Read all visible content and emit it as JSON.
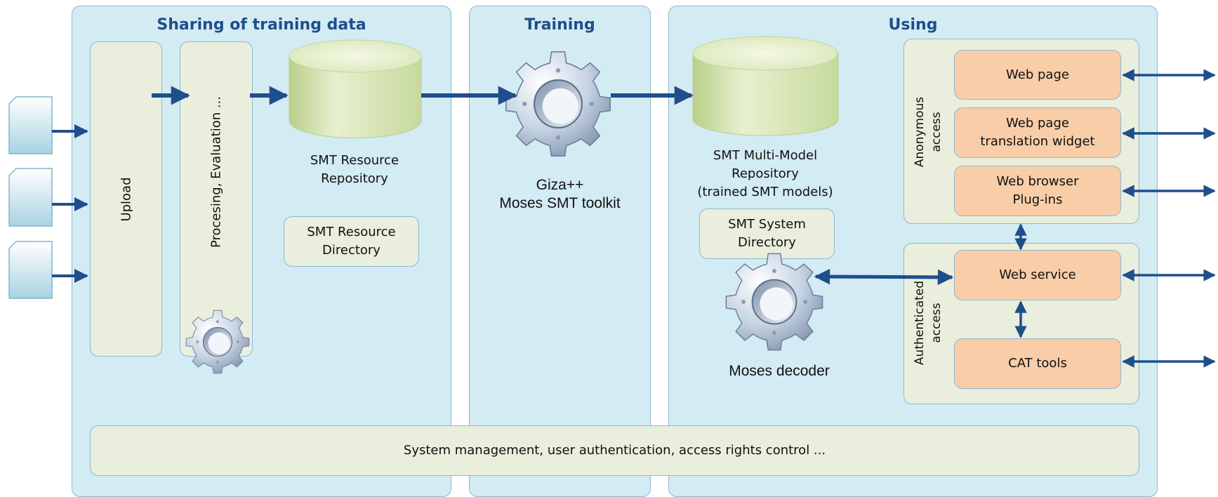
{
  "panels": {
    "sharing_title": "Sharing of training data",
    "training_title": "Training",
    "using_title": "Using"
  },
  "sharing": {
    "upload": "Upload",
    "processing": "Procesing, Evaluation ...",
    "repository_line1": "SMT Resource",
    "repository_line2": "Repository",
    "directory_line1": "SMT Resource",
    "directory_line2": "Directory"
  },
  "training": {
    "tool_line1": "Giza++",
    "tool_line2": "Moses SMT toolkit"
  },
  "using": {
    "repo_line1": "SMT Multi-Model",
    "repo_line2": "Repository",
    "repo_line3": "(trained SMT models)",
    "sysdir_line1": "SMT System",
    "sysdir_line2": "Directory",
    "decoder": "Moses decoder",
    "anonymous_line1": "Anonymous",
    "anonymous_line2": "access",
    "authenticated_line1": "Authenticated",
    "authenticated_line2": "access",
    "web_page": "Web page",
    "widget_line1": "Web page",
    "widget_line2": "translation widget",
    "plugin_line1": "Web browser",
    "plugin_line2": "Plug-ins",
    "web_service": "Web service",
    "cat_tools": "CAT tools"
  },
  "footer": "System management, user authentication, access rights control ...",
  "colors": {
    "panel": "#d3ebf3",
    "box": "#eaeedc",
    "client_box": "#f8cda8",
    "arrow": "#1f4e8c",
    "title": "#1f4e8c"
  }
}
